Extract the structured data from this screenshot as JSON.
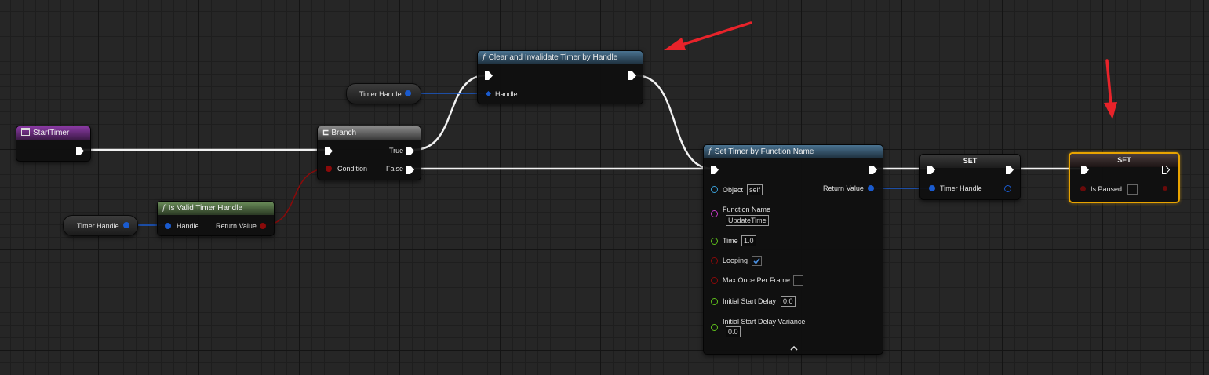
{
  "colors": {
    "exec": "#ffffff",
    "timer_handle": "#1a5bcf",
    "boolean": "#8b0a0a",
    "object": "#3aa0d9",
    "name": "#c93ccb",
    "float": "#5fc01c",
    "highlight": "#e8a300",
    "annotation_arrow": "#e8232a"
  },
  "nodes": {
    "start_timer": {
      "title": "StartTimer",
      "icon": "event-icon"
    },
    "is_valid": {
      "title": "Is Valid Timer Handle",
      "handle": "Handle",
      "return_value": "Return Value"
    },
    "timer_handle_var_1": {
      "label": "Timer Handle"
    },
    "timer_handle_var_2": {
      "label": "Timer Handle"
    },
    "branch": {
      "title": "Branch",
      "true_label": "True",
      "false_label": "False",
      "condition": "Condition"
    },
    "clear_timer": {
      "title": "Clear and Invalidate Timer by Handle",
      "handle": "Handle"
    },
    "set_timer": {
      "title": "Set Timer by Function Name",
      "object": "Object",
      "object_value": "self",
      "return_value": "Return Value",
      "function_name": "Function Name",
      "function_name_value": "UpdateTime",
      "time": "Time",
      "time_value": "1.0",
      "looping": "Looping",
      "looping_checked": true,
      "max_once": "Max Once Per Frame",
      "max_once_checked": false,
      "initial_delay": "Initial Start Delay",
      "initial_delay_value": "0.0",
      "initial_variance": "Initial Start Delay Variance",
      "initial_variance_value": "0.0"
    },
    "set_handle": {
      "title": "SET",
      "pin": "Timer Handle"
    },
    "set_paused": {
      "title": "SET",
      "pin": "Is Paused",
      "checked": false,
      "selected": true
    }
  }
}
